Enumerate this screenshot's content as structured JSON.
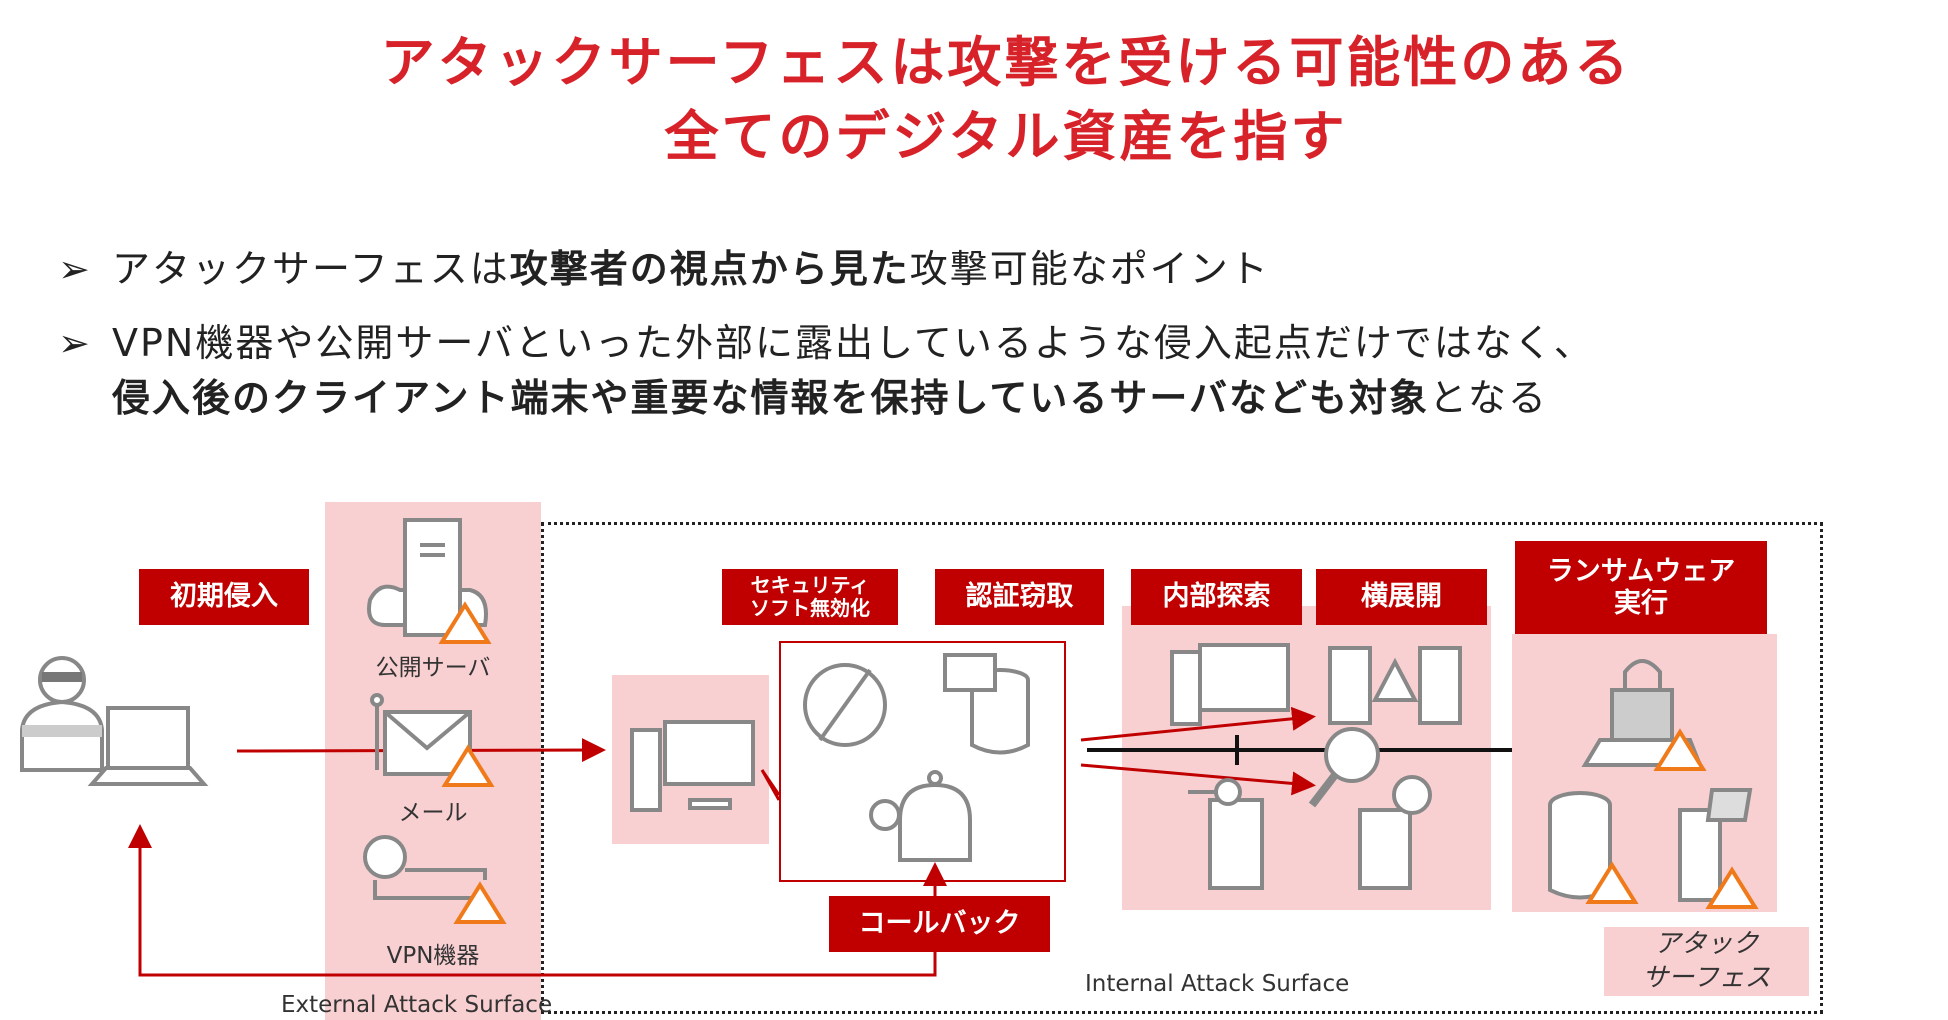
{
  "title": {
    "line1": "アタックサーフェスは攻撃を受ける可能性のある",
    "line2": "全てのデジタル資産を指す"
  },
  "bullets": [
    {
      "pre": "アタックサーフェスは",
      "bold": "攻撃者の視点から見た",
      "post": "攻撃可能なポイント"
    },
    {
      "line1": "VPN機器や公開サーバといった外部に露出しているような侵入起点だけではなく、",
      "bold": "侵入後のクライアント端末や重要な情報を保持しているサーバなども対象",
      "post": "となる"
    }
  ],
  "bullet_marker": "➢",
  "diagram": {
    "stages": {
      "initial": "初期侵入",
      "disable_security": "セキュリティ\nソフト無効化",
      "credential_theft": "認証窃取",
      "internal_recon": "内部探索",
      "lateral": "横展開",
      "ransomware": "ランサムウェア\n実行",
      "callback": "コールバック"
    },
    "external_assets": {
      "public_server": "公開サーバ",
      "mail": "メール",
      "vpn": "VPN機器"
    },
    "external_surface": "External Attack Surface",
    "internal_surface": "Internal Attack Surface",
    "legend": "アタック\nサーフェス"
  },
  "colors": {
    "accent": "#c00000",
    "title": "#d8222a",
    "surface": "#f8d0d2",
    "warning": "#f07a1a",
    "icon": "#8a8a8a"
  }
}
